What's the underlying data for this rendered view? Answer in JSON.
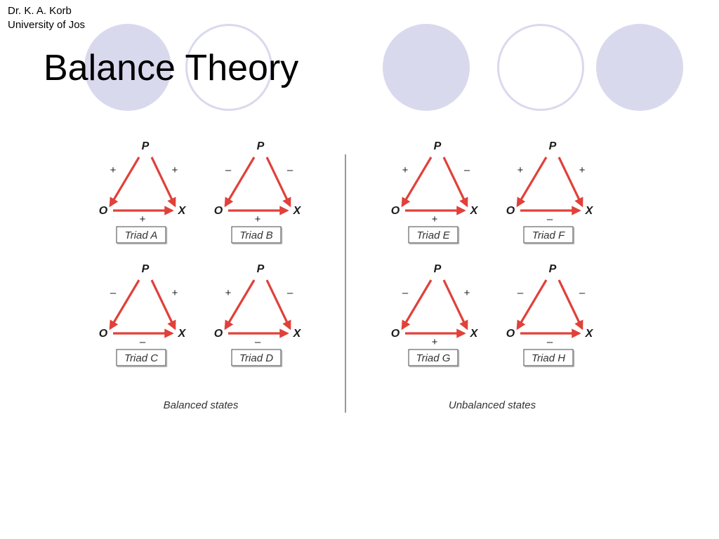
{
  "author": {
    "line1": "Dr. K. A. Korb",
    "line2": "University of Jos"
  },
  "title": "Balance Theory",
  "decoration": {
    "circle_color": "#d9d9ee"
  },
  "diagram": {
    "arrow_color": "#e0413a",
    "node_labels": {
      "p": "P",
      "o": "O",
      "x": "X"
    },
    "triads": [
      {
        "name": "Triad A",
        "po": "+",
        "px": "+",
        "ox": "+"
      },
      {
        "name": "Triad B",
        "po": "–",
        "px": "–",
        "ox": "+"
      },
      {
        "name": "Triad E",
        "po": "+",
        "px": "–",
        "ox": "+"
      },
      {
        "name": "Triad F",
        "po": "+",
        "px": "+",
        "ox": "–"
      },
      {
        "name": "Triad C",
        "po": "–",
        "px": "+",
        "ox": "–"
      },
      {
        "name": "Triad D",
        "po": "+",
        "px": "–",
        "ox": "–"
      },
      {
        "name": "Triad G",
        "po": "–",
        "px": "+",
        "ox": "+"
      },
      {
        "name": "Triad H",
        "po": "–",
        "px": "–",
        "ox": "–"
      }
    ],
    "captions": {
      "balanced": "Balanced states",
      "unbalanced": "Unbalanced states"
    }
  }
}
